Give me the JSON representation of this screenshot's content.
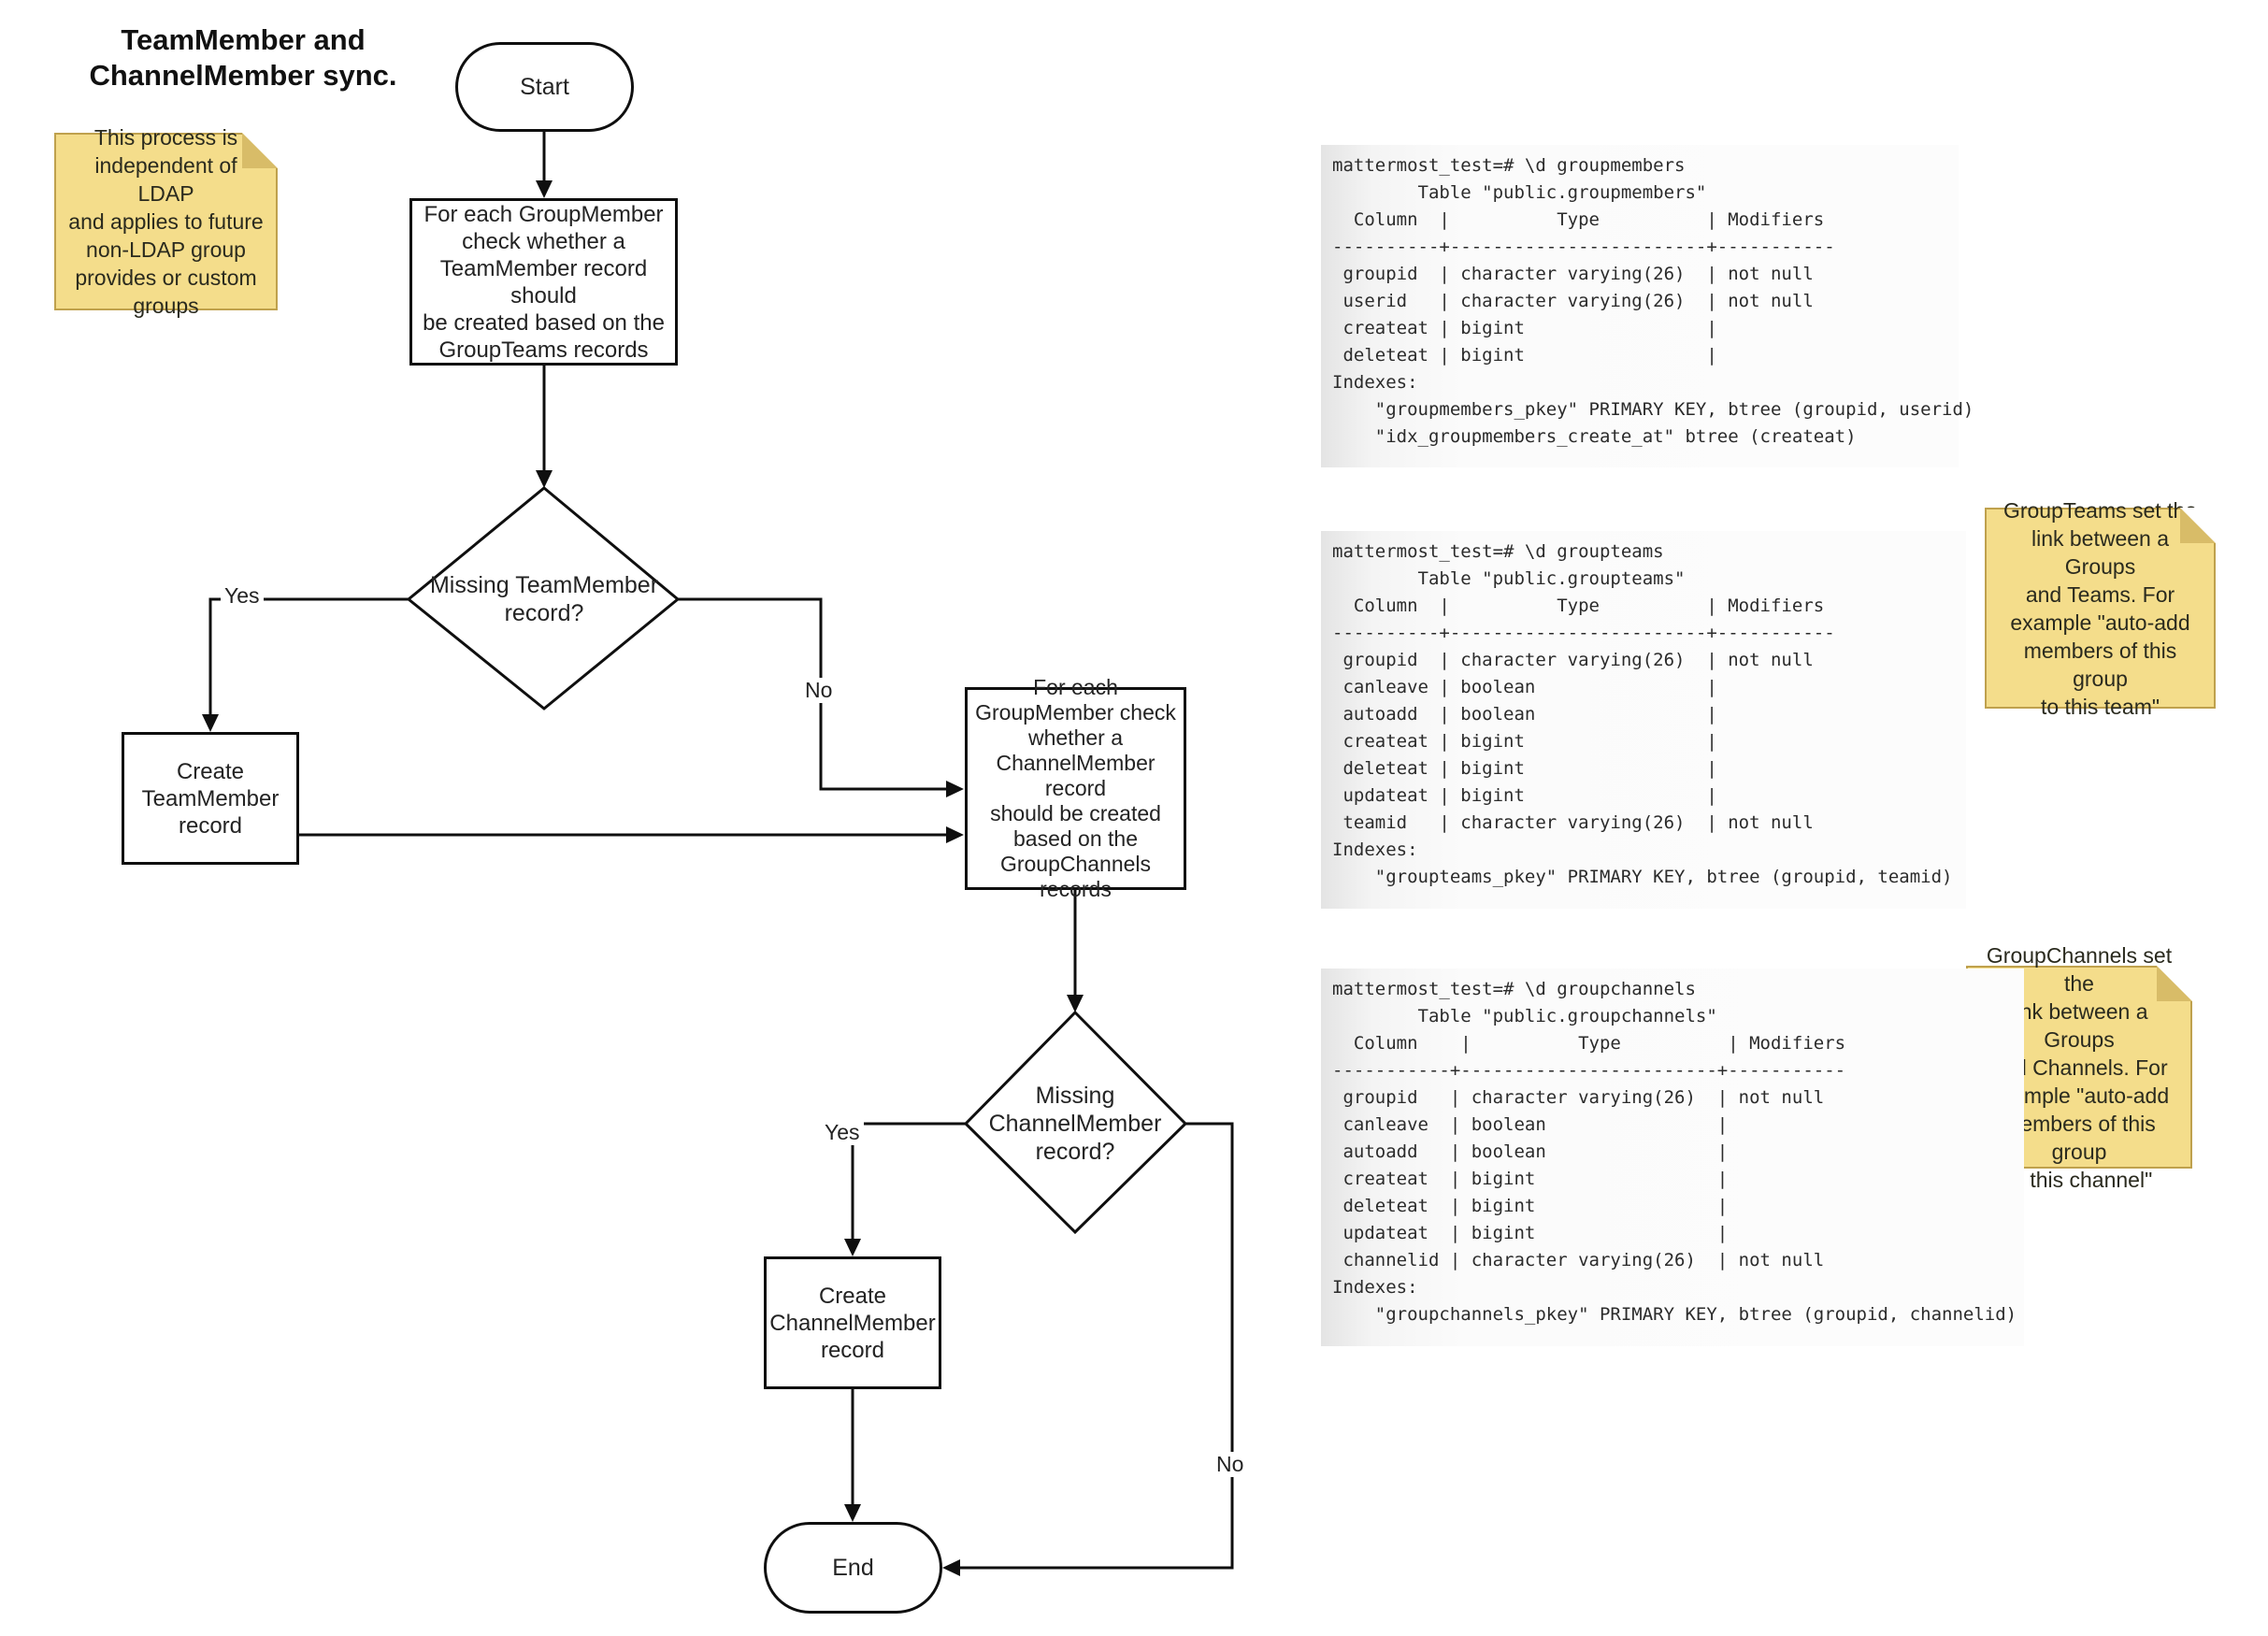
{
  "title": "TeamMember and\nChannelMember sync.",
  "colors": {
    "note_bg": "#f4dd8b",
    "note_border": "#bfa14d",
    "note_fold": "#d8bc68",
    "connector": "#0f0f0f",
    "code_text": "#2b2b2b"
  },
  "sticky_notes": {
    "ldap": "This process is\nindependent of LDAP\nand applies to future\nnon-LDAP group\nprovides or custom\ngroups",
    "groupteams": "GroupTeams set the\nlink between a Groups\nand Teams. For\nexample \"auto-add\nmembers of this group\nto this team\"",
    "groupchannels": "GroupChannels set the\nlink between a Groups\nand Channels. For\nexample \"auto-add\nmembers of this group\nto this channel\""
  },
  "flow": {
    "start": "Start",
    "process_team": "For each GroupMember\ncheck whether a\nTeamMember record should\nbe created based on the\nGroupTeams records",
    "decision_team": "Missing TeamMember\nrecord?",
    "create_team": "Create\nTeamMember\nrecord",
    "process_channel": "For each\nGroupMember check\nwhether a\nChannelMember record\nshould be created\nbased on the\nGroupChannels\nrecords",
    "decision_channel": "Missing\nChannelMember\nrecord?",
    "create_channel": "Create\nChannelMember\nrecord",
    "end": "End"
  },
  "edge_labels": {
    "team_yes": "Yes",
    "team_no": "No",
    "channel_yes": "Yes",
    "channel_no": "No"
  },
  "psql": {
    "groupmembers": "mattermost_test=# \\d groupmembers\n        Table \"public.groupmembers\"\n  Column  |          Type          | Modifiers\n----------+------------------------+-----------\n groupid  | character varying(26)  | not null\n userid   | character varying(26)  | not null\n createat | bigint                 |\n deleteat | bigint                 |\nIndexes:\n    \"groupmembers_pkey\" PRIMARY KEY, btree (groupid, userid)\n    \"idx_groupmembers_create_at\" btree (createat)",
    "groupteams": "mattermost_test=# \\d groupteams\n        Table \"public.groupteams\"\n  Column  |          Type          | Modifiers\n----------+------------------------+-----------\n groupid  | character varying(26)  | not null\n canleave | boolean                |\n autoadd  | boolean                |\n createat | bigint                 |\n deleteat | bigint                 |\n updateat | bigint                 |\n teamid   | character varying(26)  | not null\nIndexes:\n    \"groupteams_pkey\" PRIMARY KEY, btree (groupid, teamid)",
    "groupchannels": "mattermost_test=# \\d groupchannels\n        Table \"public.groupchannels\"\n  Column    |          Type          | Modifiers\n-----------+------------------------+-----------\n groupid   | character varying(26)  | not null\n canleave  | boolean                |\n autoadd   | boolean                |\n createat  | bigint                 |\n deleteat  | bigint                 |\n updateat  | bigint                 |\n channelid | character varying(26)  | not null\nIndexes:\n    \"groupchannels_pkey\" PRIMARY KEY, btree (groupid, channelid)"
  }
}
